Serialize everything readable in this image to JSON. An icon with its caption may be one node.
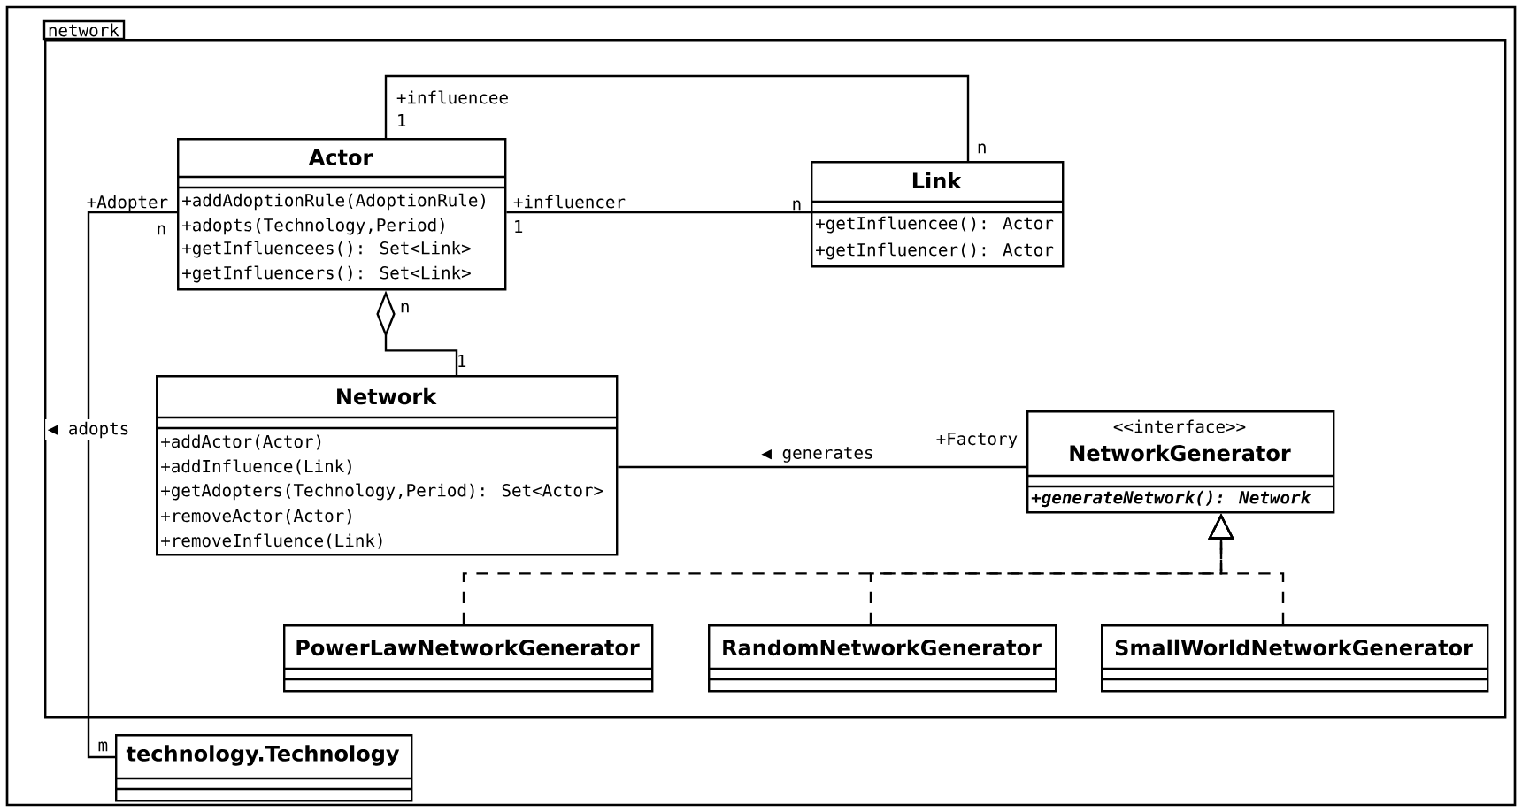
{
  "diagram": {
    "nodes": [
      {
        "text": [
          "network"
        ]
      },
      {
        "text": [
          "Actor",
          "+addAdoptionRule(AdoptionRule)",
          "+adopts(Technology,Period)",
          "+getInfluencees(): Set<Link>",
          "+getInfluencers(): Set<Link>"
        ],
        "in": 0
      },
      {
        "text": [
          "Link",
          "+getInfluencee(): Actor",
          "+getInfluencer(): Actor"
        ],
        "in": 0
      },
      {
        "text": [
          "Network",
          "+addActor(Actor)",
          "+addInfluence(Link)",
          "+getAdopters(Technology,Period): Set<Actor>",
          "+removeActor(Actor)",
          "+removeInfluence(Link)"
        ],
        "in": 0
      },
      {
        "text": [
          "<<interface>>",
          "NetworkGenerator",
          "+generateNetwork(): Network"
        ],
        "in": 0
      },
      {
        "text": [
          "PowerLawNetworkGenerator"
        ],
        "in": 0
      },
      {
        "text": [
          "RandomNetworkGenerator"
        ],
        "in": 0
      },
      {
        "text": [
          "SmallWorldNetworkGenerator"
        ],
        "in": 0
      },
      {
        "text": [
          "technology.Technology"
        ]
      }
    ],
    "edges": [
      {
        "from": 1,
        "to": 2,
        "arrow": "none"
      },
      {
        "from": 1,
        "to": 2,
        "arrow": "none"
      },
      {
        "from": 3,
        "to": 1,
        "arrow": "other"
      },
      {
        "from": 3,
        "to": 4,
        "arrow": "none",
        "label": "◀ generates"
      },
      {
        "from": 1,
        "to": 8,
        "arrow": "none",
        "label": "◀ adopts"
      },
      {
        "from": 5,
        "to": 4,
        "arrow": "to",
        "style": "dashed"
      },
      {
        "from": 6,
        "to": 4,
        "arrow": "to",
        "style": "dashed"
      },
      {
        "from": 7,
        "to": 4,
        "arrow": "to",
        "style": "dashed"
      }
    ],
    "labels": [
      "+influencee",
      "1",
      "n",
      "+influencer",
      "1",
      "n",
      "+Adopter",
      "n",
      "n",
      "1",
      "+Factory",
      "m"
    ]
  }
}
